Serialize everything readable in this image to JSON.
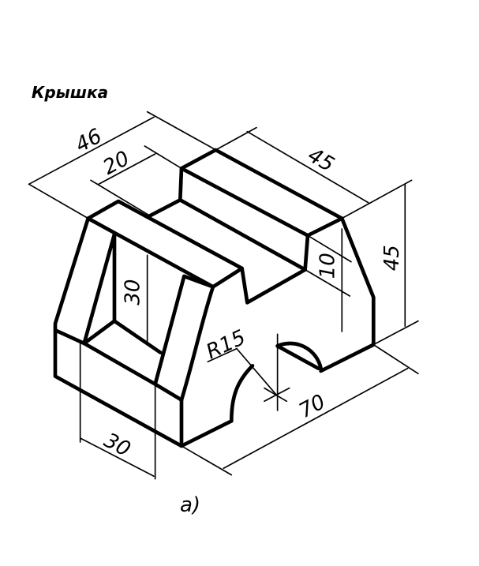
{
  "title": "Крышка",
  "caption": "a)",
  "dimensions": {
    "overall_depth": "46",
    "slot_width": "20",
    "top_length": "45",
    "height": "45",
    "step_height": "10",
    "opening_height": "30",
    "hole_radius": "R15",
    "overall_length": "70",
    "opening_width": "30"
  }
}
